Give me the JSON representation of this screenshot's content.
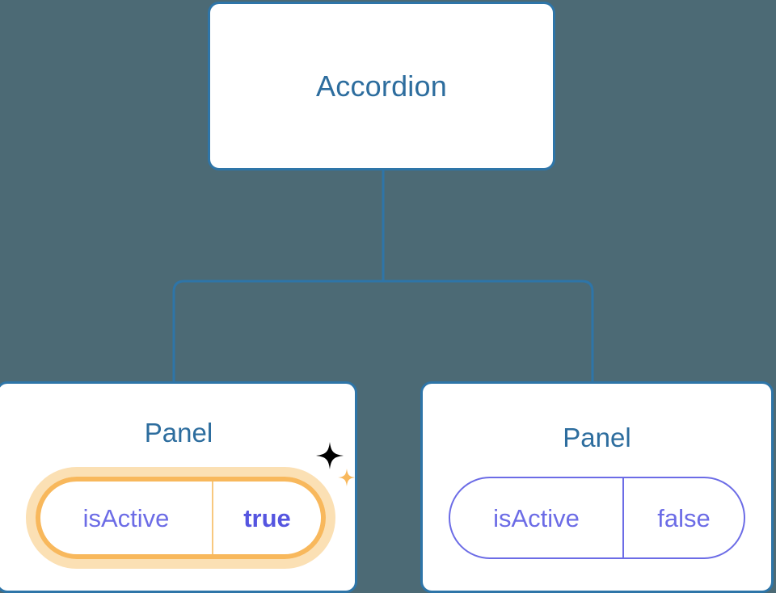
{
  "diagram": {
    "type": "component-tree",
    "background_color": "#4c6a75",
    "root": {
      "label": "Accordion",
      "text_color": "#2d6d9e",
      "border_color": "#2e75a8",
      "fill_color": "#ffffff"
    },
    "children": [
      {
        "label": "Panel",
        "highlighted": true,
        "prop": {
          "key": "isActive",
          "value": "true",
          "value_bold": true,
          "highlight_color": "#f8b85c",
          "glow_color": "#fbe0b4",
          "text_color": "#6c6ce6"
        },
        "decorations": [
          "sparkle-large",
          "sparkle-small"
        ]
      },
      {
        "label": "Panel",
        "highlighted": false,
        "prop": {
          "key": "isActive",
          "value": "false",
          "value_bold": false,
          "border_color": "#6c6ce6",
          "text_color": "#6c6ce6"
        },
        "decorations": []
      }
    ],
    "connector": {
      "color": "#2e75a8",
      "style": "orthogonal-rounded"
    }
  }
}
